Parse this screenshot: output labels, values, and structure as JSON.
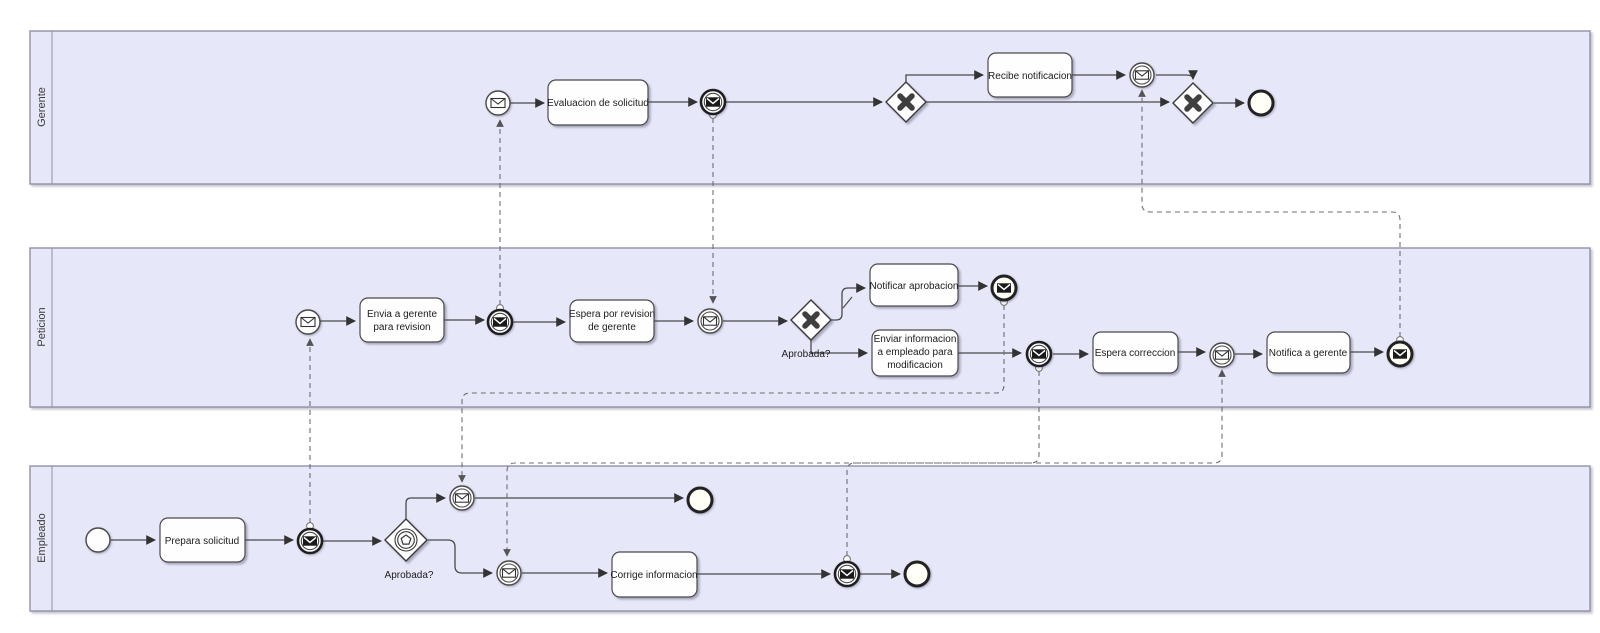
{
  "diagram": {
    "lanes": [
      {
        "label": "Gerente"
      },
      {
        "label": "Peticion"
      },
      {
        "label": "Empleado"
      }
    ],
    "tasks": {
      "evaluacion_solicitud": {
        "lines": [
          "Evaluacion de solicitud"
        ]
      },
      "recibe_notificacion": {
        "lines": [
          "Recibe notificacion"
        ]
      },
      "envia_gerente": {
        "lines": [
          "Envia a gerente",
          "para revision"
        ]
      },
      "espera_revision": {
        "lines": [
          "Espera por revision",
          "de gerente"
        ]
      },
      "notificar_aprobacion": {
        "lines": [
          "Notificar aprobacion"
        ]
      },
      "enviar_informacion": {
        "lines": [
          "Enviar informacion",
          "a empleado para",
          "modificacion"
        ]
      },
      "espera_correccion": {
        "lines": [
          "Espera correccion"
        ]
      },
      "notifica_gerente": {
        "lines": [
          "Notifica a gerente"
        ]
      },
      "prepara_solicitud": {
        "lines": [
          "Prepara solicitud"
        ]
      },
      "corrige_informacion": {
        "lines": [
          "Corrige informacion"
        ]
      }
    },
    "gateways": {
      "peticion_aprobada_label": "Aprobada?",
      "empleado_aprobada_label": "Aprobada?"
    },
    "colors": {
      "lane_fill": "#e6e7f8",
      "lane_border": "#9092a8",
      "shape_stroke": "#4a4a4a",
      "sequence_flow": "#4a4a4a",
      "message_flow": "#6f6f6f",
      "text": "#1c1c1c",
      "background": "#ffffff"
    }
  }
}
